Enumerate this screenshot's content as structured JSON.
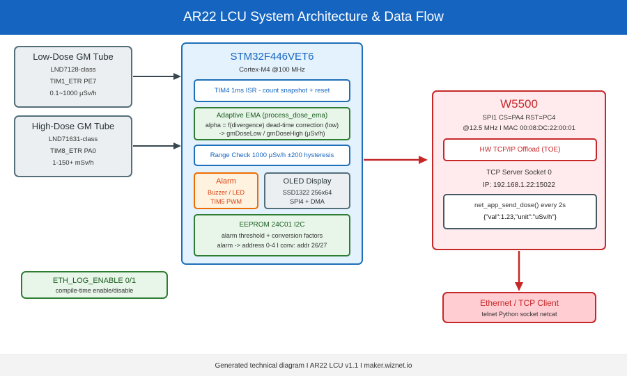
{
  "title": "AR22 LCU System Architecture & Data Flow",
  "low_gm": {
    "title": "Low-Dose GM Tube",
    "lines": [
      "LND7128-class",
      "TIM1_ETR  PE7",
      "0.1~1000 μSv/h"
    ]
  },
  "high_gm": {
    "title": "High-Dose GM Tube",
    "lines": [
      "LND71631-class",
      "TIM8_ETR  PA0",
      "1-150+ mSv/h"
    ]
  },
  "mcu": {
    "title": "STM32F446VET6",
    "subtitle": "Cortex-M4  @100 MHz",
    "isr": "TIM4 1ms ISR - count snapshot + reset",
    "ema": {
      "title": "Adaptive EMA (process_dose_ema)",
      "line1": "alpha = f(divergence)    dead-time correction (low)",
      "line2": "-> gmDoseLow / gmDoseHigh (μSv/h)"
    },
    "range": "Range Check  1000 μSv/h  ±200 hysteresis",
    "alarm": {
      "title": "Alarm",
      "line1": "Buzzer / LED",
      "line2": "TIM5 PWM"
    },
    "oled": {
      "title": "OLED Display",
      "line1": "SSD1322 256x64",
      "line2": "SPI4 + DMA"
    },
    "eeprom": {
      "title": "EEPROM  24C01  I2C",
      "line1": "alarm threshold + conversion factors",
      "line2": "alarm  -> address 0-4  I conv: addr 26/27"
    }
  },
  "w5500": {
    "title": "W5500",
    "line1": "SPI1  CS=PA4  RST=PC4",
    "line2": "@12.5 MHz  I  MAC 00:08:DC:22:00:01",
    "toe": "HW TCP/IP Offload  (TOE)",
    "server": "TCP Server  Socket 0",
    "ip": "IP: 192.168.1.22:15022",
    "send": {
      "title": "net_app_send_dose()  every 2s",
      "payload": "{\"val\":1.23,\"unit\":\"uSv/h\"}"
    }
  },
  "eth_client": {
    "title": "Ethernet  /  TCP Client",
    "line1": "telnet   Python socket   netcat"
  },
  "eth_log": {
    "title": "ETH_LOG_ENABLE  0/1",
    "line1": "compile-time enable/disable"
  },
  "footer": "Generated technical diagram  I  AR22 LCU v1.1  I  maker.wiznet.io",
  "colors": {
    "header": "#1565c0",
    "mcu": "#1e6fb8",
    "green": "#2e7d32",
    "alarm": "#ef6c00",
    "net": "#c62828"
  }
}
